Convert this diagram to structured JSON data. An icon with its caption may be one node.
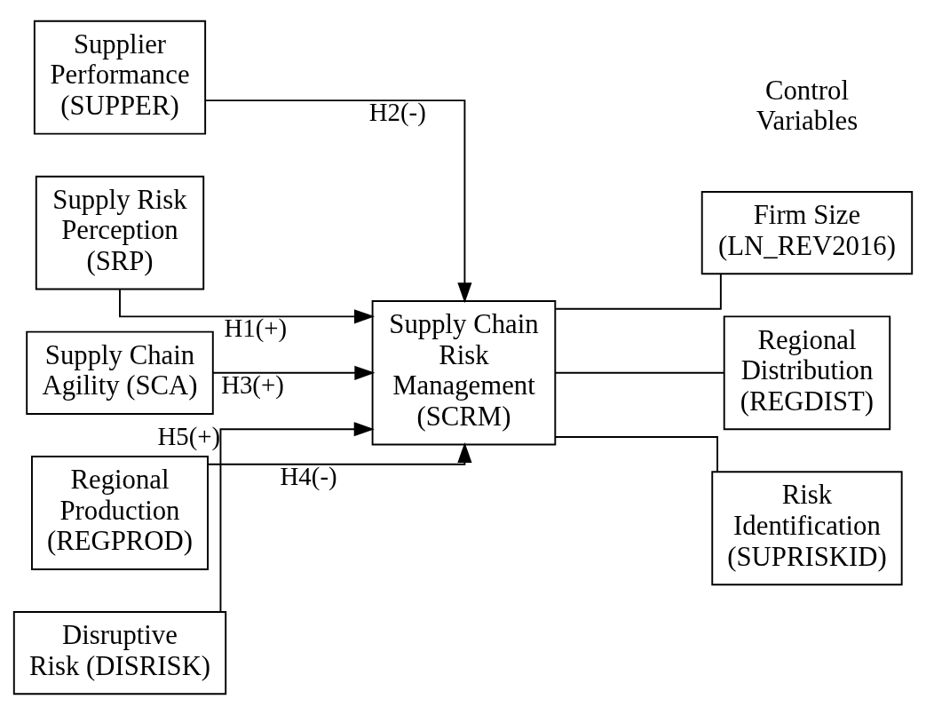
{
  "diagram": {
    "nodes": [
      {
        "text": [
          "Supplier Performance (SUPPER)"
        ]
      },
      {
        "text": [
          "Supply Risk Perception (SRP)"
        ]
      },
      {
        "text": [
          "Supply Chain Agility (SCA)"
        ]
      },
      {
        "text": [
          "Regional Production (REGPROD)"
        ]
      },
      {
        "text": [
          "Disruptive Risk (DISRISK)"
        ]
      },
      {
        "text": [
          "Supply Chain Risk Management (SCRM)"
        ]
      },
      {
        "text": [
          "Firm Size (LN_REV2016)"
        ]
      },
      {
        "text": [
          "Regional Distribution (REGDIST)"
        ]
      },
      {
        "text": [
          "Risk Identification (SUPRISKID)"
        ]
      }
    ],
    "edges": [
      {
        "from": 1,
        "to": 5,
        "arrow": "to",
        "label": "H1(+)"
      },
      {
        "from": 0,
        "to": 5,
        "arrow": "to",
        "label": "H2(-)"
      },
      {
        "from": 2,
        "to": 5,
        "arrow": "to",
        "label": "H3(+)"
      },
      {
        "from": 3,
        "to": 5,
        "arrow": "to",
        "label": "H4(-)"
      },
      {
        "from": 4,
        "to": 5,
        "arrow": "to",
        "label": "H5(+)"
      },
      {
        "from": 5,
        "to": 6,
        "arrow": "none"
      },
      {
        "from": 5,
        "to": 7,
        "arrow": "none"
      },
      {
        "from": 5,
        "to": 8,
        "arrow": "none"
      }
    ],
    "labels": [
      "Control Variables"
    ]
  }
}
